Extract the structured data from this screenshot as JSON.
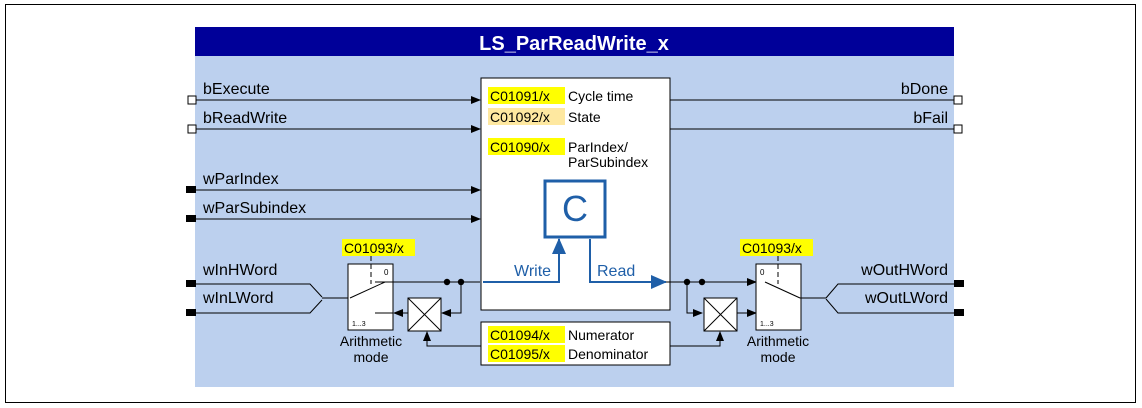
{
  "block": {
    "title": "LS_ParReadWrite_x"
  },
  "inputs": {
    "bExecute": "bExecute",
    "bReadWrite": "bReadWrite",
    "wParIndex": "wParIndex",
    "wParSubindex": "wParSubindex",
    "wInHWord": "wInHWord",
    "wInLWord": "wInLWord"
  },
  "outputs": {
    "bDone": "bDone",
    "bFail": "bFail",
    "wOutHWord": "wOutHWord",
    "wOutLWord": "wOutLWord"
  },
  "params": {
    "cycle_code": "C01091/x",
    "cycle_label": "Cycle time",
    "state_code": "C01092/x",
    "state_label": "State",
    "parindex_code": "C01090/x",
    "parindex_label_1": "ParIndex/",
    "parindex_label_2": "ParSubindex",
    "numerator_code": "C01094/x",
    "numerator_label": "Numerator",
    "denominator_code": "C01095/x",
    "denominator_label": "Denominator",
    "mode_code_left": "C01093/x",
    "mode_code_right": "C01093/x"
  },
  "core": {
    "symbol": "C",
    "write_label": "Write",
    "read_label": "Read"
  },
  "switch": {
    "pos_0": "0",
    "pos_range": "1...3",
    "caption_1": "Arithmetic",
    "caption_2": "mode"
  },
  "colors": {
    "title_bar": "#000099",
    "panel": "#bcd0ee",
    "highlight": "#ffff00",
    "highlight_readonly": "#fee8a0",
    "flow_blue": "#1f5fa8"
  }
}
